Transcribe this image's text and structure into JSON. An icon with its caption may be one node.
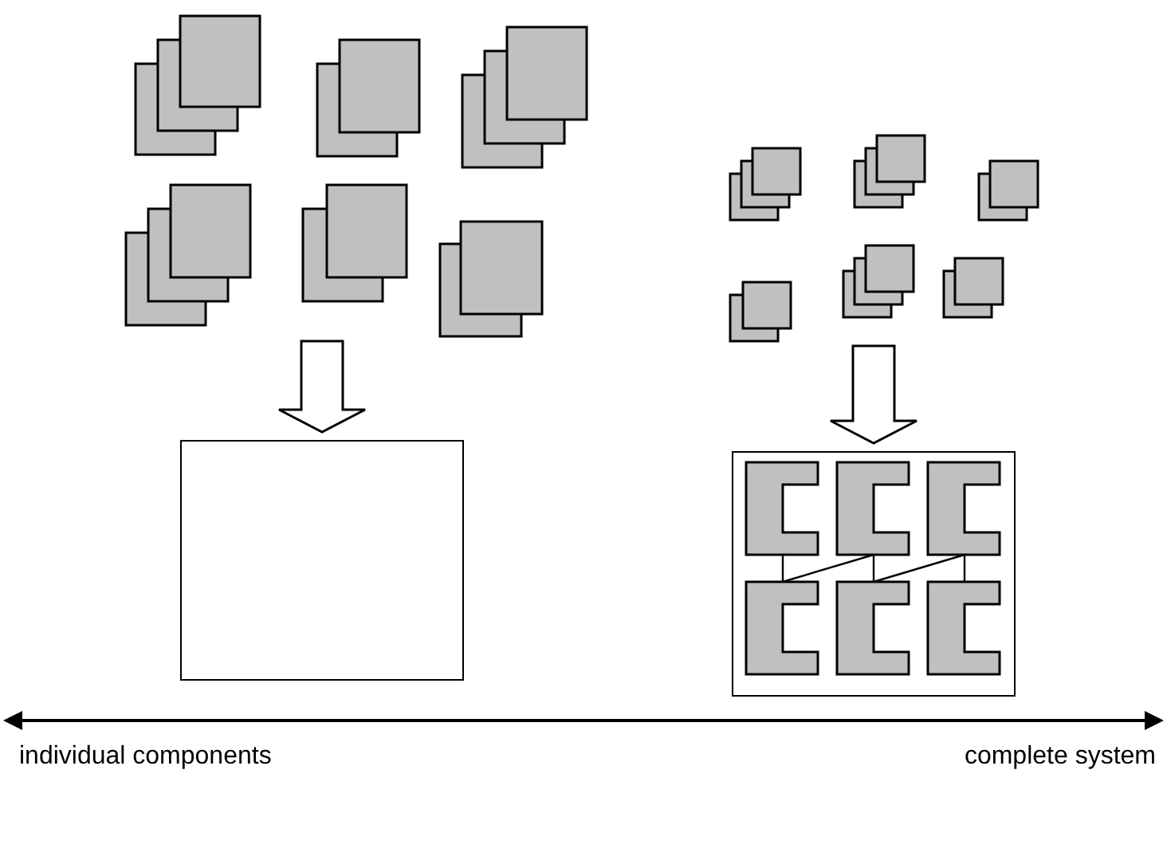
{
  "diagram": {
    "nodes": [
      {
        "text": [],
        "shape": "picture"
      },
      {
        "text": [],
        "shape": "box"
      },
      {
        "text": [],
        "shape": "picture"
      },
      {
        "text": [],
        "shape": "box"
      }
    ],
    "edges": [
      {
        "from": 0,
        "to": 1,
        "arrow": "to"
      },
      {
        "from": 2,
        "to": 3,
        "arrow": "to"
      }
    ],
    "labels": [
      "individual components",
      "complete system"
    ]
  }
}
